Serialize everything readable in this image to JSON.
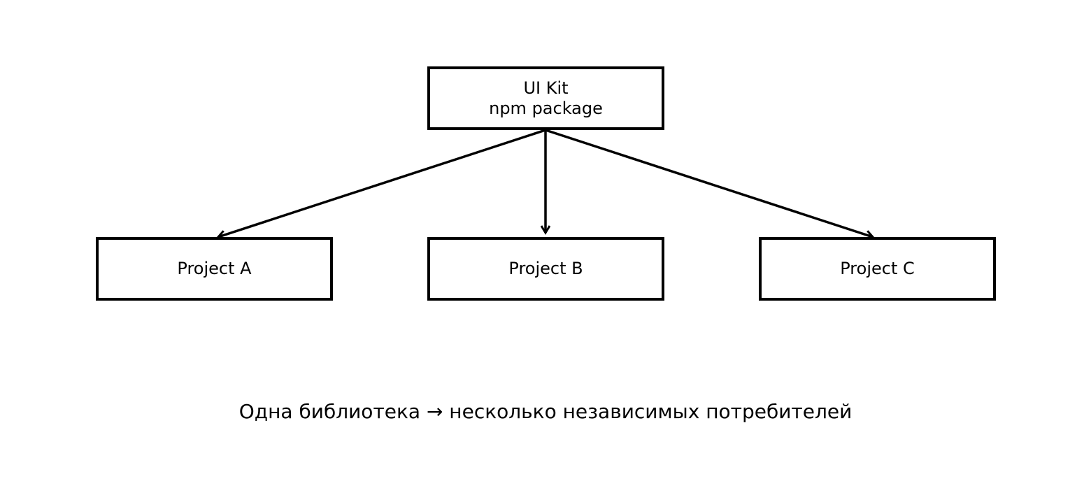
{
  "diagram": {
    "root": {
      "title": "UI Kit",
      "subtitle": "npm package"
    },
    "consumers": [
      {
        "label": "Project A"
      },
      {
        "label": "Project B"
      },
      {
        "label": "Project C"
      }
    ],
    "caption": "Одна библиотека → несколько независимых потребителей",
    "colors": {
      "stroke": "#000000",
      "background": "#ffffff"
    }
  }
}
